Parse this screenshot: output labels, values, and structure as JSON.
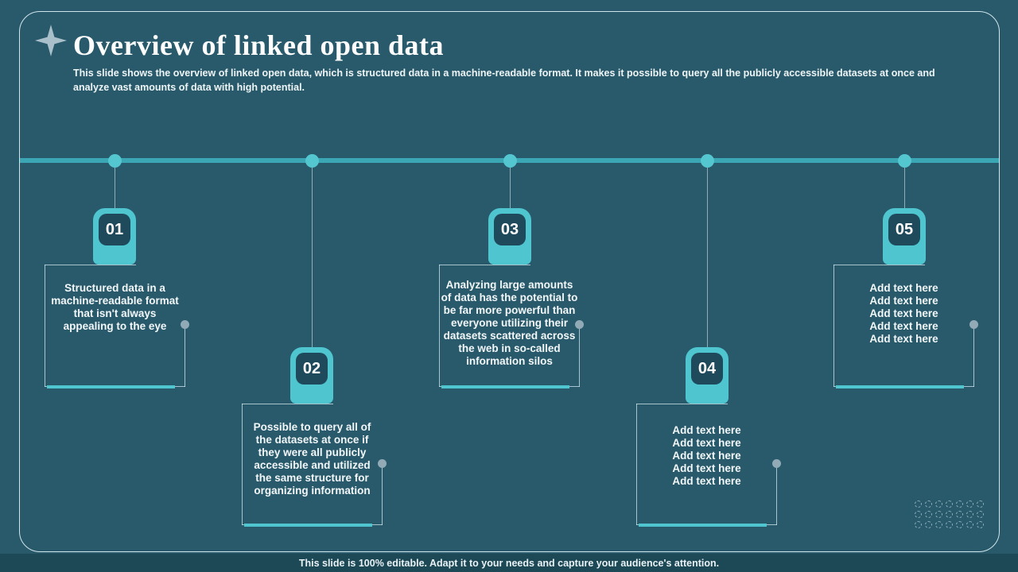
{
  "slide": {
    "title": "Overview of linked open data",
    "subtitle": "This slide shows the overview of linked open data, which is structured data in a machine-readable format. It makes it possible to query all the publicly accessible datasets at once and analyze vast amounts of data with high potential.",
    "footer": "This slide is 100% editable. Adapt it to your needs and capture your audience's attention."
  },
  "colors": {
    "background": "#295a6b",
    "accent_teal": "#4fc5cf",
    "timeline_bar": "#3ba6b4",
    "badge_inner": "#1e4a5b",
    "footer_strip": "#1d4856"
  },
  "icons": {
    "sparkle": "four-point-star"
  },
  "timeline": {
    "nodes": [
      {
        "number": "01",
        "row": "top",
        "text": "Structured data in a machine-readable format that isn't always appealing to the eye"
      },
      {
        "number": "02",
        "row": "bottom",
        "text": "Possible to query all of the datasets at once if they were all publicly accessible and utilized the same structure for organizing information"
      },
      {
        "number": "03",
        "row": "top",
        "text": "Analyzing large amounts of data has the potential to be far more powerful than everyone utilizing their datasets scattered across the web in so-called information silos"
      },
      {
        "number": "04",
        "row": "bottom",
        "text": "Add text here\nAdd text here\nAdd text here\nAdd text here\nAdd text here"
      },
      {
        "number": "05",
        "row": "top",
        "text": "Add text here\nAdd text here\nAdd text here\nAdd text here\nAdd text here"
      }
    ]
  }
}
